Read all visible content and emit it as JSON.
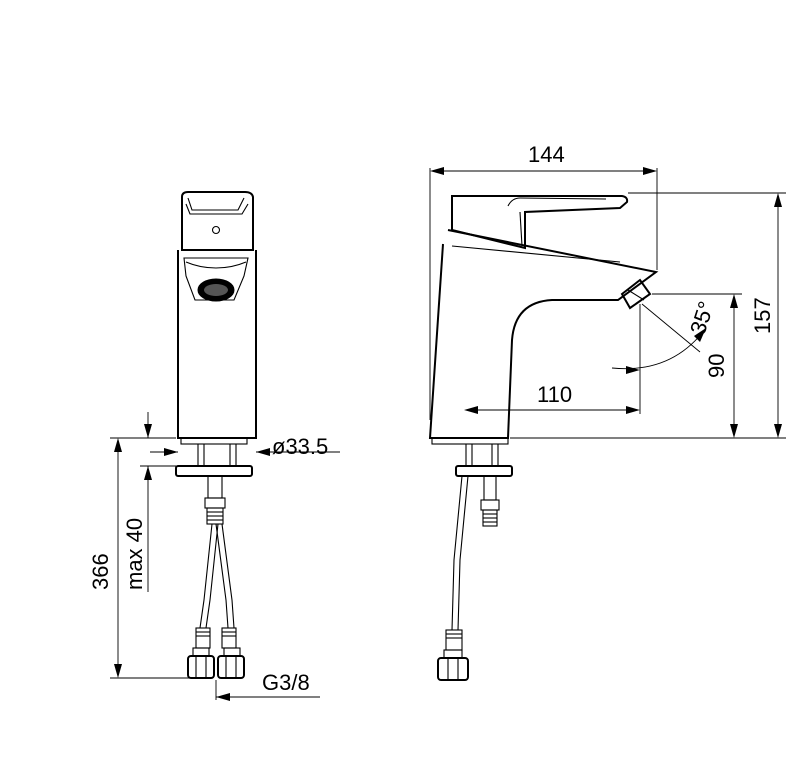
{
  "colors": {
    "ink": "#000000",
    "background": "#ffffff"
  },
  "dimensions": {
    "width_total": "144",
    "height_total": "157",
    "spout_reach": "110",
    "spout_height": "90",
    "lever_angle": "35°",
    "base_diameter": "ø33.5",
    "hose_length": "366",
    "max_deck_thickness": "max 40",
    "connection_thread": "G3/8"
  }
}
